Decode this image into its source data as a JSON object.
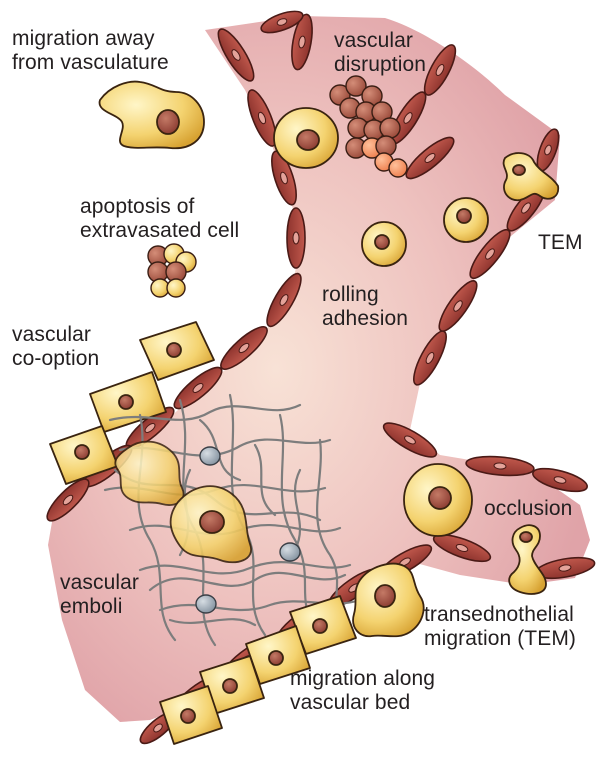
{
  "diagram": {
    "labels": {
      "migration_away_1": "migration away",
      "migration_away_2": "from vasculature",
      "vascular_disruption_1": "vascular",
      "vascular_disruption_2": "disruption",
      "apoptosis_1": "apoptosis of",
      "apoptosis_2": "extravasated cell",
      "tem": "TEM",
      "rolling_1": "rolling",
      "rolling_2": "adhesion",
      "cooption_1": "vascular",
      "cooption_2": "co-option",
      "occlusion": "occlusion",
      "emboli_1": "vascular",
      "emboli_2": "emboli",
      "transendo_1": "transednothelial",
      "transendo_2": "migration (TEM)",
      "along_1": "migration along",
      "along_2": "vascular bed"
    },
    "colors": {
      "vessel_pink": "#e3a8ad",
      "vessel_center": "#f6dbd0",
      "endothelial": "#a8433c",
      "endothelial_edge": "#5a1f1b",
      "tumor_cell": "#f0c85a",
      "tumor_cell_light": "#fff3b8",
      "nucleus": "#9b4a3e",
      "apoptotic_brown": "#b0624e",
      "apoptotic_orange": "#f09060",
      "fibrin": "#7a7a7a",
      "platelet": "#9aa6b0",
      "outline": "#2a1a14"
    }
  }
}
